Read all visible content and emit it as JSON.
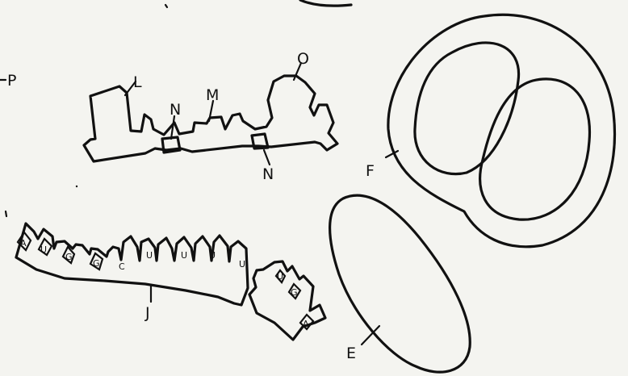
{
  "labels": {
    "p": "P",
    "l": "L",
    "m": "M",
    "n1": "N",
    "n2": "N",
    "o": "O",
    "f": "F",
    "e": "E",
    "j": "J"
  },
  "codons": [
    "A",
    "U",
    "G",
    "G",
    "C",
    "U",
    "U",
    "U",
    "U",
    "U",
    "G",
    "A"
  ],
  "colors": {
    "ink": "#111111",
    "paper": "#f4f4f0"
  }
}
